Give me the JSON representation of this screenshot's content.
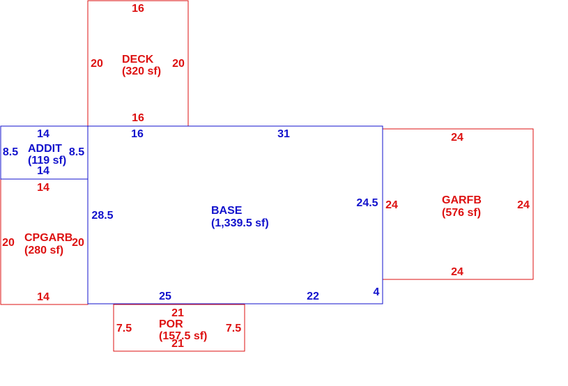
{
  "colors": {
    "red": "#dd1111",
    "blue": "#1111cc",
    "background": "#ffffff"
  },
  "areas": [
    {
      "id": "deck",
      "name": "DECK",
      "area": "(320 sf)",
      "color": "red",
      "dims": {
        "top": "16",
        "bottom": "16",
        "left": "20",
        "right": "20"
      }
    },
    {
      "id": "addit",
      "name": "ADDIT",
      "area": "(119 sf)",
      "color": "blue",
      "dims": {
        "top": "14",
        "bottom": "14",
        "left": "8.5",
        "right": "8.5"
      }
    },
    {
      "id": "cpgarb",
      "name": "CPGARB",
      "area": "(280 sf)",
      "color": "red",
      "dims": {
        "top": "14",
        "bottom": "14",
        "left": "20",
        "right": "20"
      }
    },
    {
      "id": "base",
      "name": "BASE",
      "area": "(1,339.5 sf)",
      "color": "blue",
      "dims": {
        "top_left": "16",
        "top": "31",
        "left": "28.5",
        "right": "24.5",
        "bottom_left": "25",
        "bottom_right": "22",
        "notch": "4"
      }
    },
    {
      "id": "garfb",
      "name": "GARFB",
      "area": "(576 sf)",
      "color": "red",
      "dims": {
        "top": "24",
        "bottom": "24",
        "left": "24",
        "right": "24"
      }
    },
    {
      "id": "por",
      "name": "POR",
      "area": "(157.5 sf)",
      "color": "red",
      "dims": {
        "top": "21",
        "bottom": "21",
        "left": "7.5",
        "right": "7.5"
      }
    }
  ]
}
